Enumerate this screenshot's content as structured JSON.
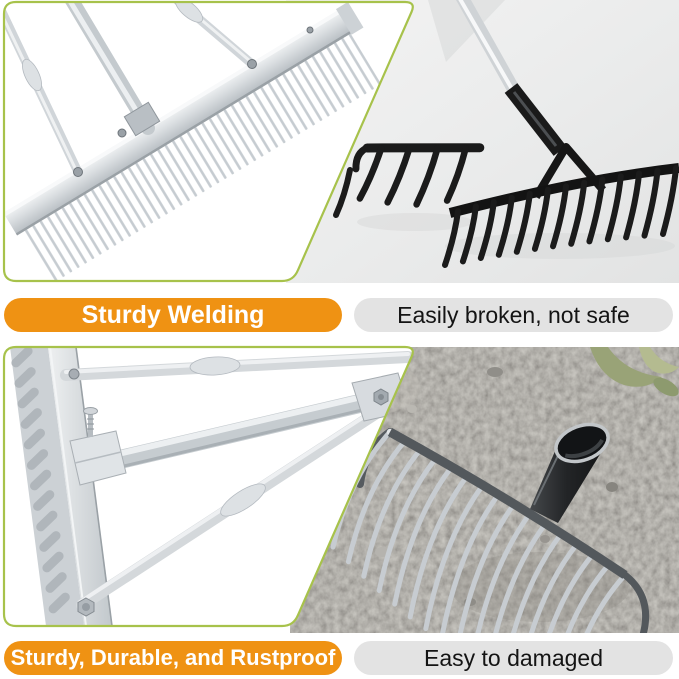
{
  "banners": {
    "top_left": {
      "text": "Sturdy Welding",
      "type": "positive"
    },
    "top_right": {
      "text": "Easily broken, not safe",
      "type": "negative"
    },
    "bottom_left": {
      "text": "Sturdy, Durable, and Rustproof",
      "type": "positive"
    },
    "bottom_right": {
      "text": "Easy to damaged",
      "type": "negative"
    }
  },
  "colors": {
    "positive_banner_bg": "#EF9213",
    "positive_banner_text": "#FFFFFF",
    "negative_banner_bg": "#E3E3E3",
    "negative_banner_text": "#141414",
    "panel_border_green": "#A7C24B",
    "studio_background": "#EBECEC",
    "aluminum_silver": "#D5D9DC",
    "broken_rake_black": "#1B1B1B",
    "gravel_ground": "#A5A29C"
  },
  "photos": {
    "top_left": "aluminum-landscape-rake-with-triangle-bracing",
    "top_right": "black-metal-rake-with-broken-head",
    "bottom_left": "closeup-of-welded-aluminum-joints",
    "bottom_right": "galvanized-bow-rake-head-on-dirt-ground"
  }
}
